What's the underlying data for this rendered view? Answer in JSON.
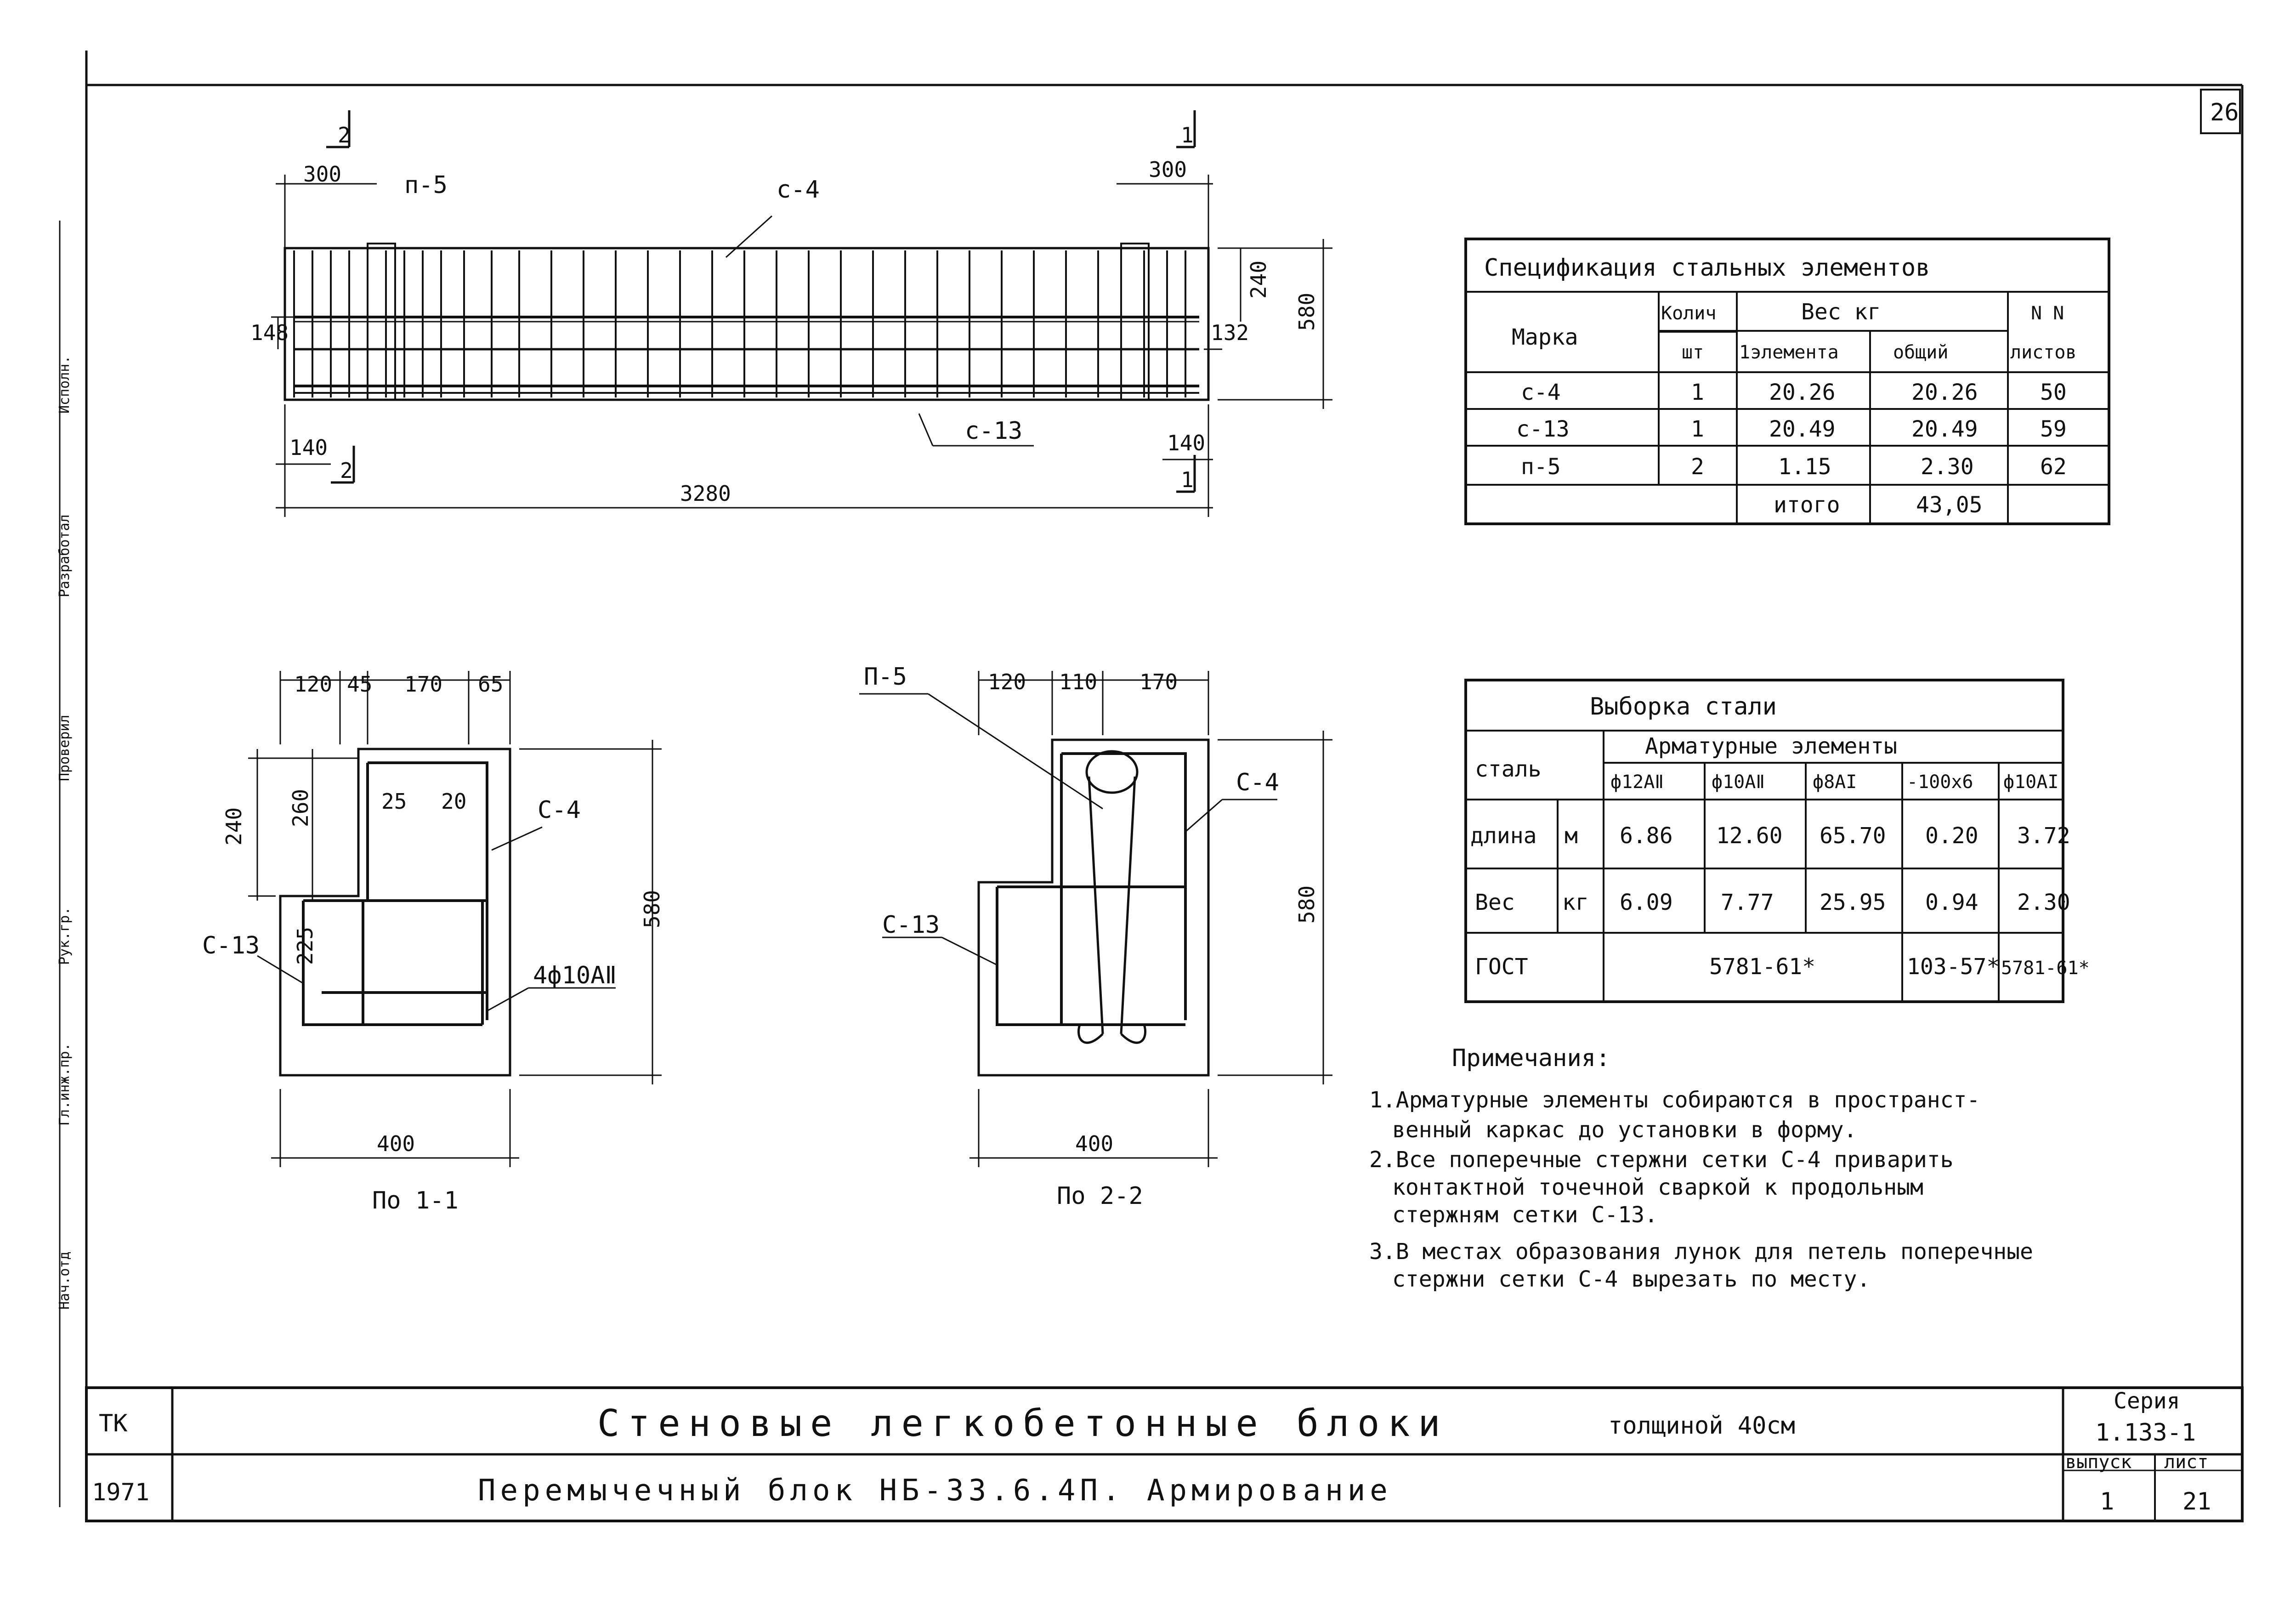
{
  "sheet_number": "26",
  "plan": {
    "dim_left_300": "300",
    "dim_right_300": "300",
    "label_p5": "п-5",
    "label_c4": "с-4",
    "label_c13": "с-13",
    "dim_240": "240",
    "dim_580": "580",
    "dim_148": "148",
    "dim_132": "132",
    "dim_140_left": "140",
    "dim_140_right": "140",
    "dim_3280": "3280",
    "cut_2_top": "2",
    "cut_2_bottom": "2",
    "cut_1_top": "1",
    "cut_1_bottom": "1"
  },
  "section_1": {
    "caption": "По 1-1",
    "dims_top": [
      "120",
      "45",
      "170",
      "65"
    ],
    "dim_240": "240",
    "dim_260": "260",
    "dim_25": "25",
    "dim_20": "20",
    "dim_225": "225",
    "dim_580": "580",
    "dim_400": "400",
    "label_c4": "С-4",
    "label_c13": "С-13",
    "label_bars": "4ф10АⅡ"
  },
  "section_2": {
    "caption": "По 2-2",
    "dims_top": [
      "120",
      "110",
      "170"
    ],
    "dim_580": "580",
    "dim_400": "400",
    "label_p5": "П-5",
    "label_c4": "С-4",
    "label_c13": "С-13"
  },
  "spec_table": {
    "title": "Спецификация стальных элементов",
    "headers": {
      "mark": "Марка",
      "qty": "Колич",
      "qty_unit": "шт",
      "weight": "Вес кг",
      "weight_one": "1элемента",
      "weight_total": "общий",
      "sheet_no": "N N",
      "sheet_no_2": "листов"
    },
    "rows": [
      {
        "mark": "с-4",
        "qty": "1",
        "one": "20.26",
        "total": "20.26",
        "sheet": "50"
      },
      {
        "mark": "с-13",
        "qty": "1",
        "one": "20.49",
        "total": "20.49",
        "sheet": "59"
      },
      {
        "mark": "п-5",
        "qty": "2",
        "one": "1.15",
        "total": "2.30",
        "sheet": "62"
      }
    ],
    "total_label": "итого",
    "total_value": "43,05"
  },
  "steel_table": {
    "title": "Выборка стали",
    "h_steel": "сталь",
    "h_elements": "Арматурные элементы",
    "cols": [
      "ф12АⅡ",
      "ф10АⅡ",
      "ф8АI",
      "-100х6",
      "ф10АI"
    ],
    "rows": [
      {
        "name": "длина",
        "unit": "м",
        "values": [
          "6.86",
          "12.60",
          "65.70",
          "0.20",
          "3.72"
        ]
      },
      {
        "name": "Вес",
        "unit": "кг",
        "values": [
          "6.09",
          "7.77",
          "25.95",
          "0.94",
          "2.30"
        ]
      }
    ],
    "gost_label": "ГОСТ",
    "gost_1": "5781-61*",
    "gost_2": "103-57*",
    "gost_3": "5781-61*"
  },
  "notes": {
    "title": "Примечания:",
    "lines": [
      "1.Арматурные элементы собираются в пространст-",
      "венный каркас до установки в форму.",
      "2.Все поперечные стержни сетки С-4 приварить",
      "контактной точечной сваркой к продольным",
      "стержням сетки С-13.",
      "3.В местах образования лунок для петель поперечные",
      "стержни сетки С-4 вырезать по месту."
    ]
  },
  "title_block": {
    "org": "ТК",
    "year": "1971",
    "title1_main": "Стеновые легкобетонные блоки",
    "title1_small": "толщиной 40см",
    "title2": "Перемычечный блок НБ-33.6.4П. Армирование",
    "series_label": "Серия",
    "series_value": "1.133-1",
    "issue_label": "выпуск",
    "issue_value": "1",
    "sheet_label": "лист",
    "sheet_value": "21"
  },
  "side_stamp": [
    "Нач.отд",
    "Гл.инж.пр.",
    "Рук.гр.",
    "Проверил",
    "Разработал",
    "Исполн."
  ]
}
